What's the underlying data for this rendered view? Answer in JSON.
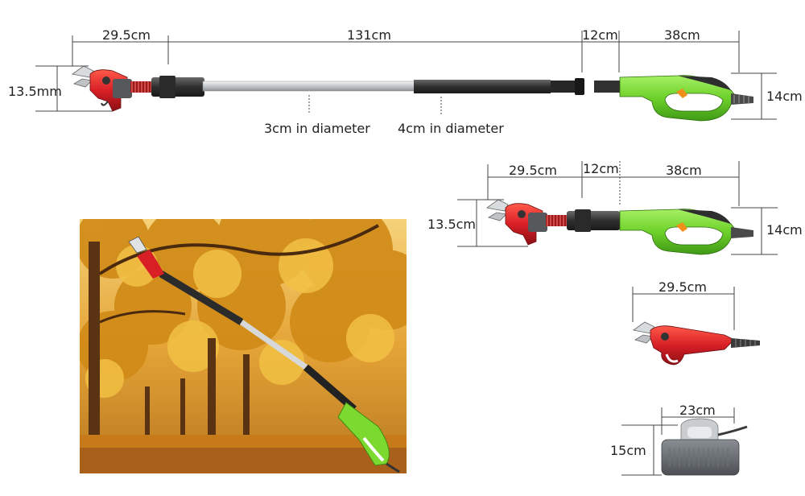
{
  "pruner_long": {
    "dims": {
      "head_length": "29.5cm",
      "pole_length": "131cm",
      "joint_length": "12cm",
      "handle_length": "38cm",
      "head_height": "13.5mm",
      "handle_height": "14cm"
    },
    "notes": {
      "thin_pole_diameter": "3cm in diameter",
      "thick_pole_diameter": "4cm in diameter"
    }
  },
  "pruner_short": {
    "dims": {
      "head_length": "29.5cm",
      "joint_length": "12cm",
      "handle_length": "38cm",
      "head_height": "13.5cm",
      "handle_height": "14cm"
    }
  },
  "shear_head": {
    "dims": {
      "length": "29.5cm"
    }
  },
  "battery_box": {
    "dims": {
      "width": "23cm",
      "height": "15cm"
    }
  },
  "colors": {
    "head_red": "#d81f26",
    "handle_green": "#6ed12a",
    "pole_silver": "#c9ccd0",
    "pole_dark": "#3a3a3a",
    "foliage_orange": "#e39a1c"
  }
}
